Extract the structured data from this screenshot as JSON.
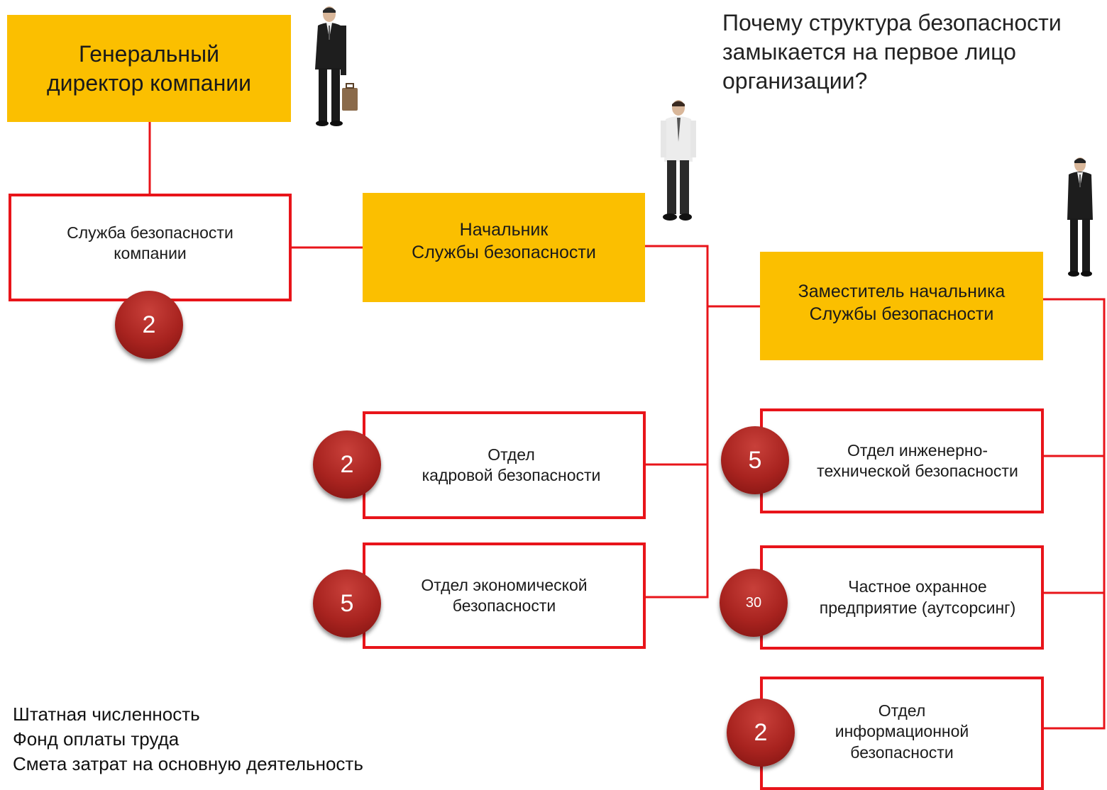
{
  "question": [
    "Почему структура безопасности",
    "замыкается на первое лицо",
    "организации?"
  ],
  "boxes": {
    "ceo": [
      "Генеральный",
      "директор компании"
    ],
    "service": [
      "Служба безопасности",
      "компании"
    ],
    "head": [
      "Начальник",
      "Службы безопасности"
    ],
    "deputy": [
      "Заместитель начальника",
      "Службы безопасности"
    ],
    "hr_security": [
      "Отдел",
      "кадровой безопасности"
    ],
    "economic_security": [
      "Отдел экономической",
      "безопасности"
    ],
    "engineering_security": [
      "Отдел инженерно-",
      "технической безопасности"
    ],
    "private_guard": [
      "Частное охранное",
      "предприятие (аутсорсинг)"
    ],
    "info_security": [
      "Отдел",
      "информационной",
      "безопасности"
    ]
  },
  "badges": {
    "service": "2",
    "hr_security": "2",
    "economic_security": "5",
    "engineering_security": "5",
    "private_guard": "30",
    "info_security": "2"
  },
  "metrics": [
    "Штатная численность",
    "Фонд оплаты труда",
    "Смета затрат на основную деятельность"
  ],
  "colors": {
    "accent_yellow": "#fbbf00",
    "line_red": "#e8141a",
    "badge_red": "#a8231f"
  }
}
